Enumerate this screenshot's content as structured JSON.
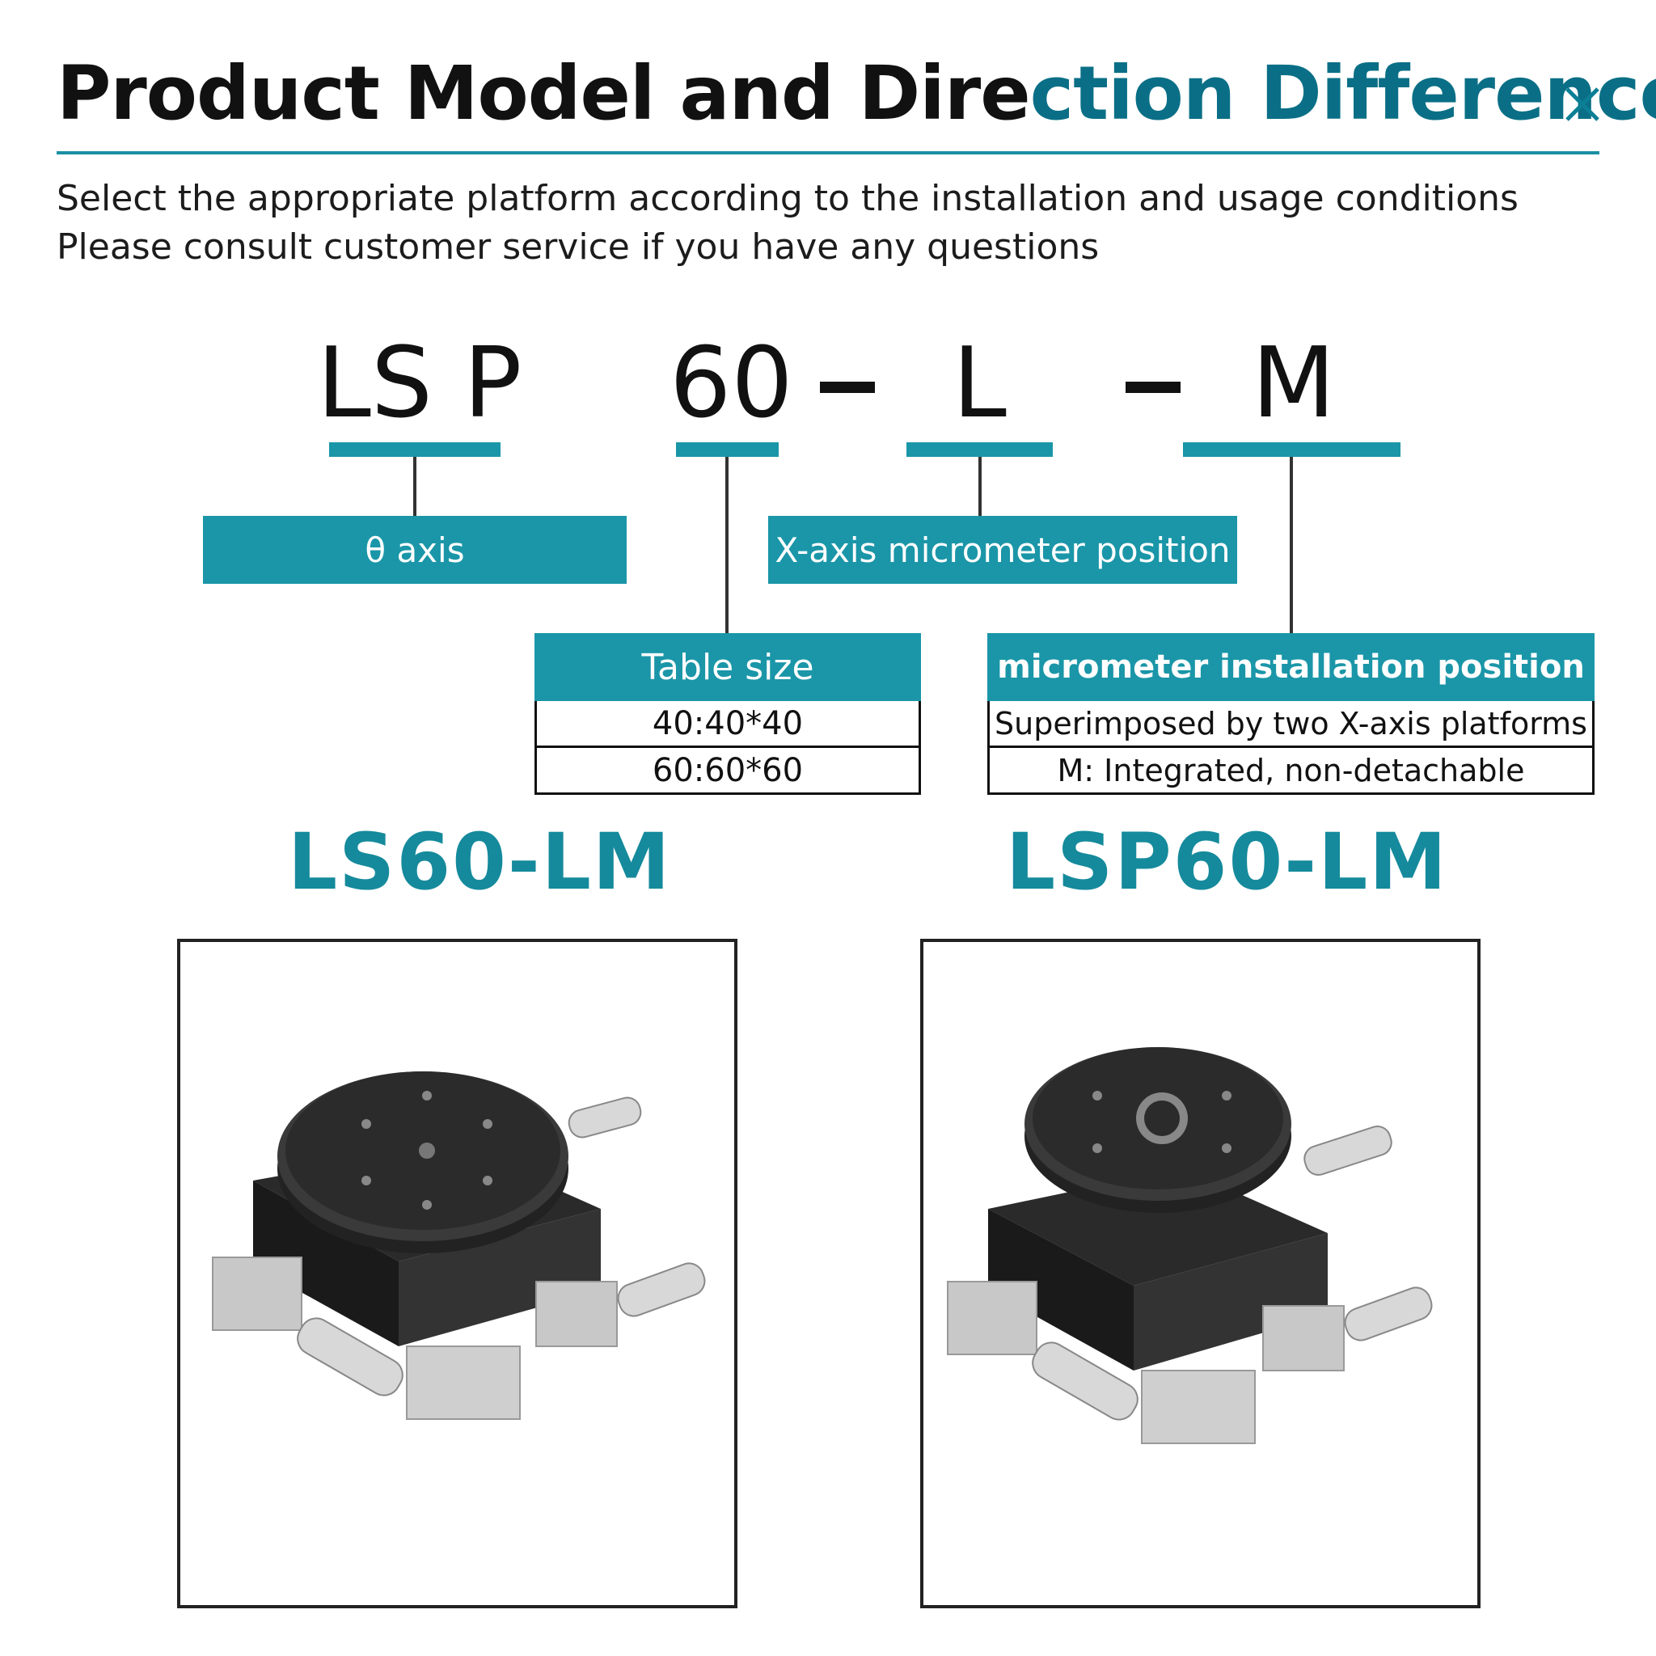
{
  "header": {
    "title_part1": "Product Model and Dire",
    "title_part2": "ction Difference",
    "close_icon": "close-icon",
    "subtitle_line1": "Select the appropriate platform according to the installation and usage conditions",
    "subtitle_line2": "Please consult customer service if you have any questions"
  },
  "code": {
    "part1": "LS P",
    "part2": "60",
    "part3": "L",
    "part4": "M"
  },
  "labels": {
    "theta_axis": "θ axis",
    "x_axis_position": "X-axis micrometer position",
    "table_size": {
      "header": "Table size",
      "rows": [
        "40:40*40",
        "60:60*60"
      ]
    },
    "micrometer_install": {
      "header": "micrometer installation position",
      "rows": [
        "Superimposed by two X-axis platforms",
        "M: Integrated, non-detachable"
      ]
    }
  },
  "models": {
    "left": "LS60-LM",
    "right": "LSP60-LM"
  },
  "colors": {
    "accent": "#1a96a8",
    "title_accent": "#0a6f86",
    "model_text": "#158a9c"
  }
}
